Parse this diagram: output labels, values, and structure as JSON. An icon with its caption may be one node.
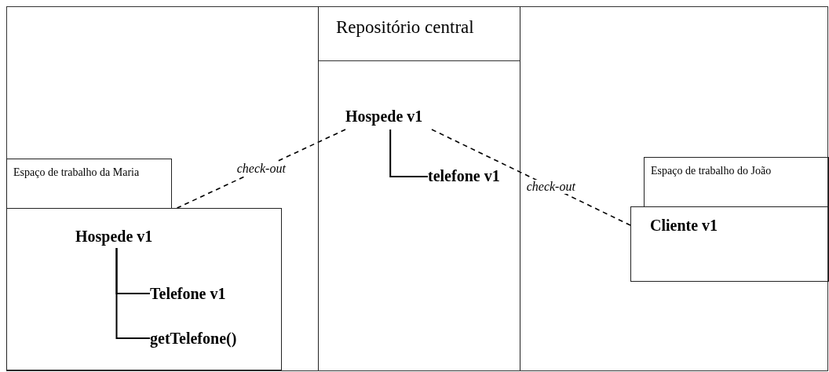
{
  "diagram": {
    "nodes": [
      {
        "text": [
          "Repositório central"
        ]
      },
      {
        "text": [
          "Hospede v1"
        ],
        "in": 0
      },
      {
        "text": [
          "telefone v1"
        ],
        "in": 0
      },
      {
        "text": [
          "Espaço de trabalho da Maria"
        ]
      },
      {
        "text": [],
        "shape": "box"
      },
      {
        "text": [
          "Hospede v1"
        ],
        "in": 4
      },
      {
        "text": [
          "Telefone v1"
        ],
        "in": 4
      },
      {
        "text": [
          "getTelefone()"
        ],
        "in": 4
      },
      {
        "text": [
          "Espaço de trabalho do João"
        ]
      },
      {
        "text": [
          "Cliente v1"
        ]
      }
    ],
    "edges": [
      {
        "from": 1,
        "to": 2,
        "arrow": "none"
      },
      {
        "from": 5,
        "to": 6,
        "arrow": "none"
      },
      {
        "from": 5,
        "to": 7,
        "arrow": "none"
      },
      {
        "from": 1,
        "to": 4,
        "arrow": "none",
        "label": "check-out",
        "style": "dashed"
      },
      {
        "from": 1,
        "to": 9,
        "arrow": "none",
        "label": "check-out",
        "style": "dashed"
      }
    ]
  }
}
